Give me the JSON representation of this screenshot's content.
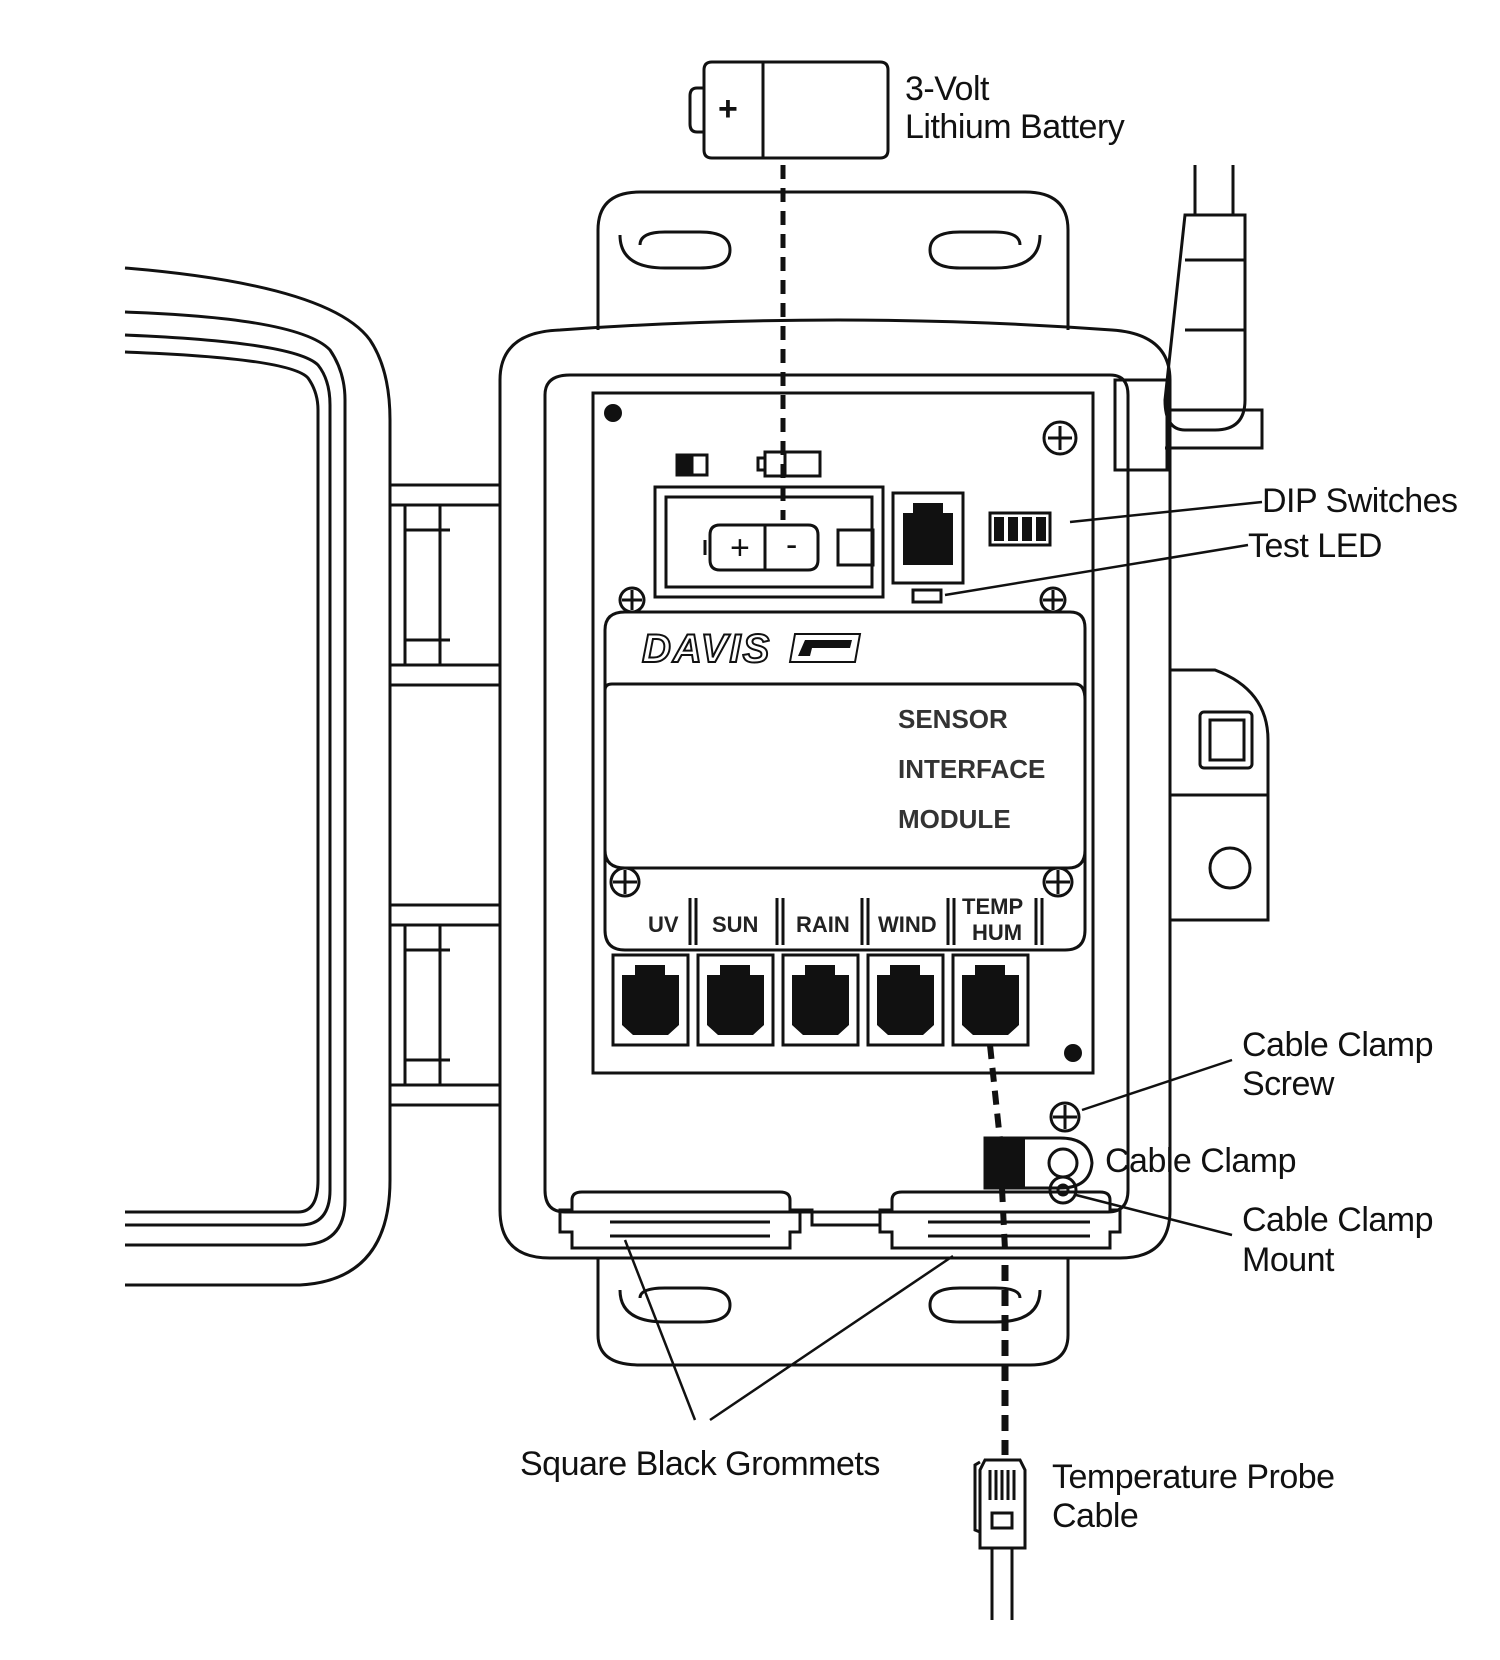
{
  "battery": {
    "line1": "3-Volt",
    "line2": "Lithium Battery",
    "plus": "+"
  },
  "labels": {
    "dip_switches": "DIP Switches",
    "test_led": "Test LED",
    "cable_clamp_screw_1": "Cable Clamp",
    "cable_clamp_screw_2": "Screw",
    "cable_clamp": "Cable Clamp",
    "cable_clamp_mount_1": "Cable Clamp",
    "cable_clamp_mount_2": "Mount",
    "grommets": "Square Black Grommets",
    "temp_probe_1": "Temperature Probe",
    "temp_probe_2": "Cable"
  },
  "module": {
    "brand": "DAVIS",
    "line1": "SENSOR",
    "line2": "INTERFACE",
    "line3": "MODULE",
    "battery_plus": "+",
    "battery_minus": "-"
  },
  "ports": [
    "UV",
    "SUN",
    "RAIN",
    "WIND",
    "TEMP",
    "HUM"
  ]
}
